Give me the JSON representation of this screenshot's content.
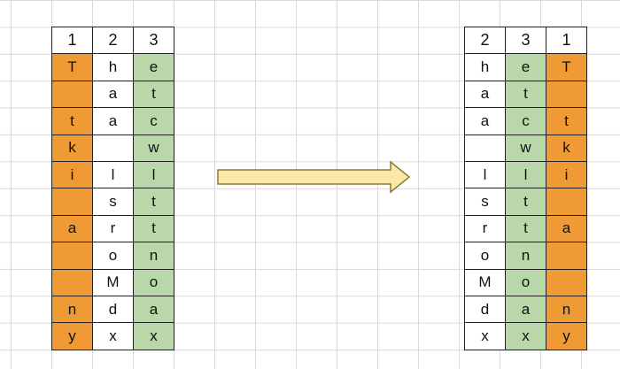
{
  "colors": {
    "key_1": "#f09a36",
    "key_2": "#ffffff",
    "key_3": "#b9d7a8",
    "border": "#222222",
    "grid": "#d9d9d9",
    "arrow_fill": "#fce9a8",
    "arrow_stroke": "#8a7a3a"
  },
  "before": {
    "headers": [
      "1",
      "2",
      "3"
    ],
    "column_keys": [
      "1",
      "2",
      "3"
    ],
    "rows": [
      [
        "T",
        "h",
        "e"
      ],
      [
        "",
        "a",
        "t"
      ],
      [
        "t",
        "a",
        "c"
      ],
      [
        "k",
        "",
        "w"
      ],
      [
        "i",
        "l",
        "l"
      ],
      [
        "",
        "s",
        "t"
      ],
      [
        "a",
        "r",
        "t"
      ],
      [
        "",
        "o",
        "n"
      ],
      [
        "",
        "M",
        "o"
      ],
      [
        "n",
        "d",
        "a"
      ],
      [
        "y",
        "x",
        "x"
      ]
    ]
  },
  "after": {
    "headers": [
      "2",
      "3",
      "1"
    ],
    "column_keys": [
      "2",
      "3",
      "1"
    ],
    "rows": [
      [
        "h",
        "e",
        "T"
      ],
      [
        "a",
        "t",
        ""
      ],
      [
        "a",
        "c",
        "t"
      ],
      [
        "",
        "w",
        "k"
      ],
      [
        "l",
        "l",
        "i"
      ],
      [
        "s",
        "t",
        ""
      ],
      [
        "r",
        "t",
        "a"
      ],
      [
        "o",
        "n",
        ""
      ],
      [
        "M",
        "o",
        ""
      ],
      [
        "d",
        "a",
        "n"
      ],
      [
        "x",
        "x",
        "y"
      ]
    ]
  },
  "arrow": {
    "icon": "right-arrow-icon",
    "direction": "right"
  }
}
